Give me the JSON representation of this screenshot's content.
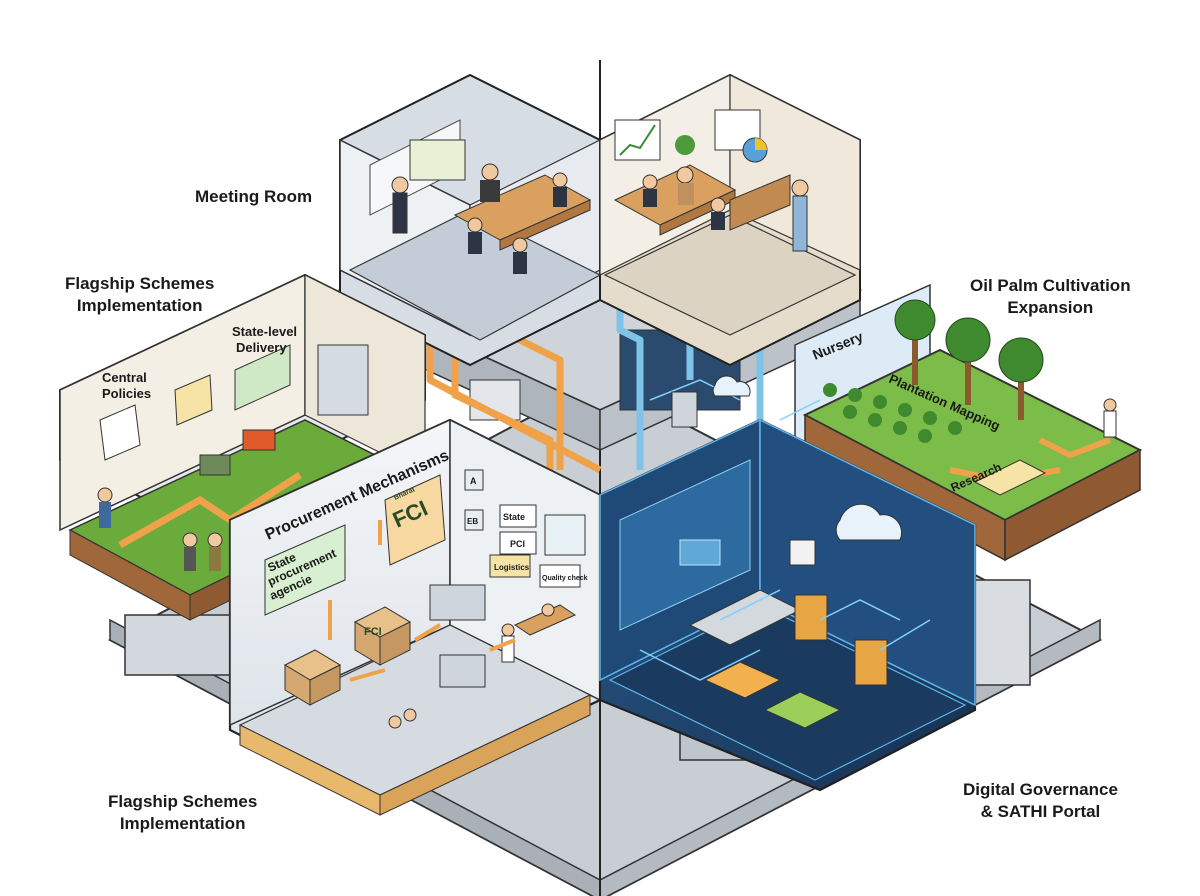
{
  "callouts": {
    "meeting_room": "Meeting Room",
    "flagship_top": {
      "line1": "Flagship Schemes",
      "line2": "Implementation"
    },
    "flagship_bottom": {
      "line1": "Flagship Schemes",
      "line2": "Implementation"
    },
    "oil_palm": {
      "line1": "Oil Palm Cultivation",
      "line2": "Expansion"
    },
    "digital": {
      "line1": "Digital Governance",
      "line2": "& SATHI Portal"
    }
  },
  "flagship_room": {
    "central_policies": {
      "line1": "Central",
      "line2": "Policies"
    },
    "state_delivery": {
      "line1": "State-level",
      "line2": "Delivery"
    }
  },
  "procurement_room": {
    "title": "Procurement Mechanisms",
    "fci_sign": "FCI",
    "fci_sign_small": "Bharat",
    "agency_sign": {
      "line1": "State",
      "line2": "procurement",
      "line3": "agencie"
    },
    "fci_box": "FCI",
    "wall_labels": [
      "State",
      "PCI",
      "Logistics",
      "Quality check"
    ],
    "badges": [
      "A",
      "EB"
    ]
  },
  "oil_palm_room": {
    "nursery": "Nursery",
    "plantation_mapping": "Plantation Mapping",
    "research": "Research"
  },
  "colors": {
    "orange_flow": "#f0a24a",
    "blue_flow": "#7fc4e8",
    "digital_bg": "#1d3f66",
    "grass": "#6bab3c",
    "soil": "#a0673b",
    "wall_light": "#eef1f4",
    "floor_gray": "#c9ced4"
  }
}
